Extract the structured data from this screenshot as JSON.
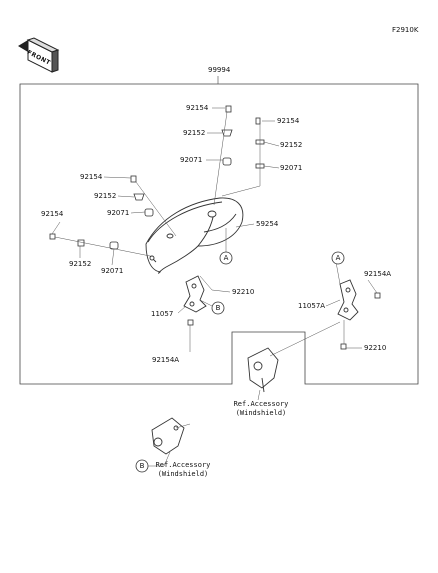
{
  "diagram": {
    "figure_code": "F2910K",
    "front_badge": "FRONT",
    "assembly_number": "99994",
    "parts": {
      "p92154_a": "92154",
      "p92152_a": "92152",
      "p92071_a": "92071",
      "p92154_b": "92154",
      "p92152_b": "92152",
      "p92071_b": "92071",
      "p92154_c": "92154",
      "p92152_c": "92152",
      "p92071_c": "92071",
      "p92154_d": "92154",
      "p92152_d": "92152",
      "p92071_d": "92071",
      "p59254": "59254",
      "p92210_a": "92210",
      "p11057": "11057",
      "p92154A_a": "92154A",
      "p92154A_b": "92154A",
      "p11057A": "11057A",
      "p92210_b": "92210"
    },
    "callouts": {
      "a1": "A",
      "a2": "A",
      "b1": "B",
      "b2": "B"
    },
    "ref_accessory_1": {
      "line1": "Ref.Accessory",
      "line2": "(Windshield)"
    },
    "ref_accessory_2": {
      "line1": "Ref.Accessory",
      "line2": "(Windshield)"
    }
  }
}
